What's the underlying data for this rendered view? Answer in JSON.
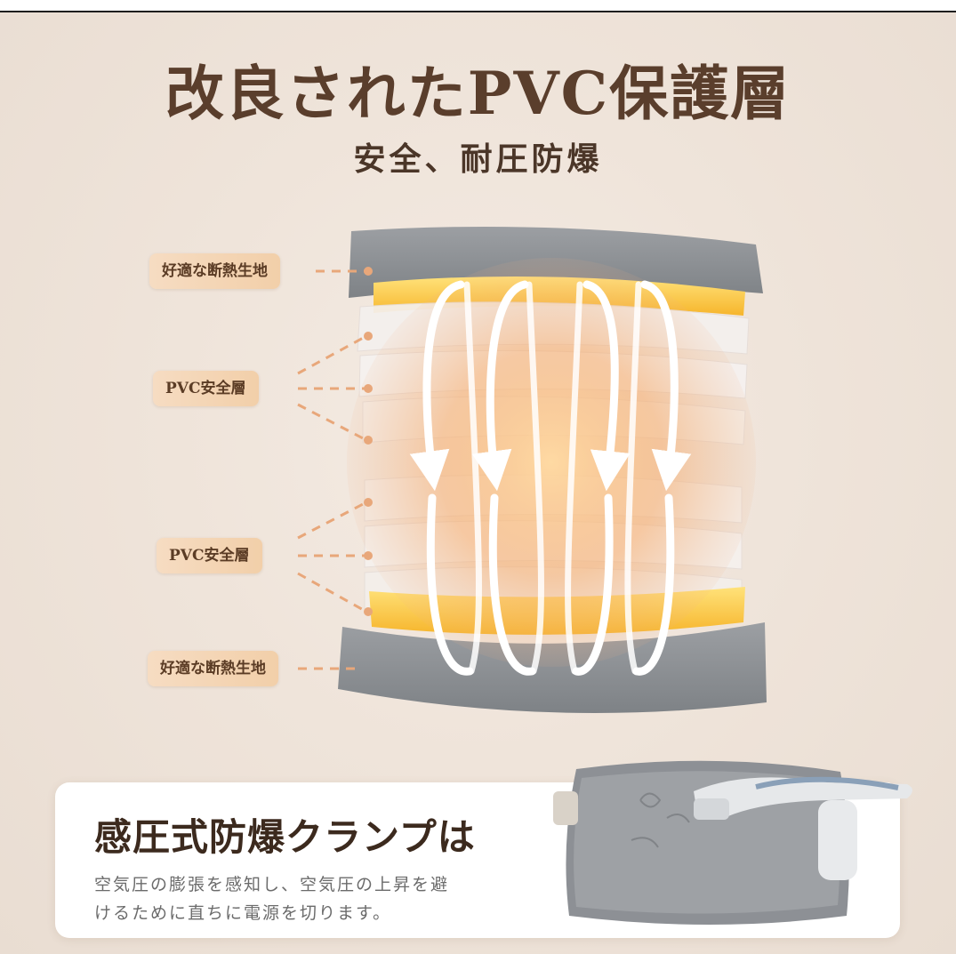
{
  "header": {
    "title": "改良されたPVC保護層",
    "subtitle": "安全、耐圧防爆"
  },
  "layers": {
    "top_fabric": "好適な断熱生地",
    "pvc_upper": "PVC安全層",
    "pvc_lower": "PVC安全層",
    "bottom_fabric": "好適な断熱生地"
  },
  "feature": {
    "title": "感圧式防爆クランプは",
    "line1": "空気圧の膨張を感知し、空気圧の上昇を避",
    "line2": "けるために直ちに電源を切ります。"
  },
  "colors": {
    "title": "#5a3e2c",
    "label_bg": "#f2cfa9",
    "fabric_gray": "#8f9296",
    "heat_orange": "#f5a04a",
    "heat_yellow": "#ffd24a",
    "dashed_line": "#e8a77a"
  }
}
